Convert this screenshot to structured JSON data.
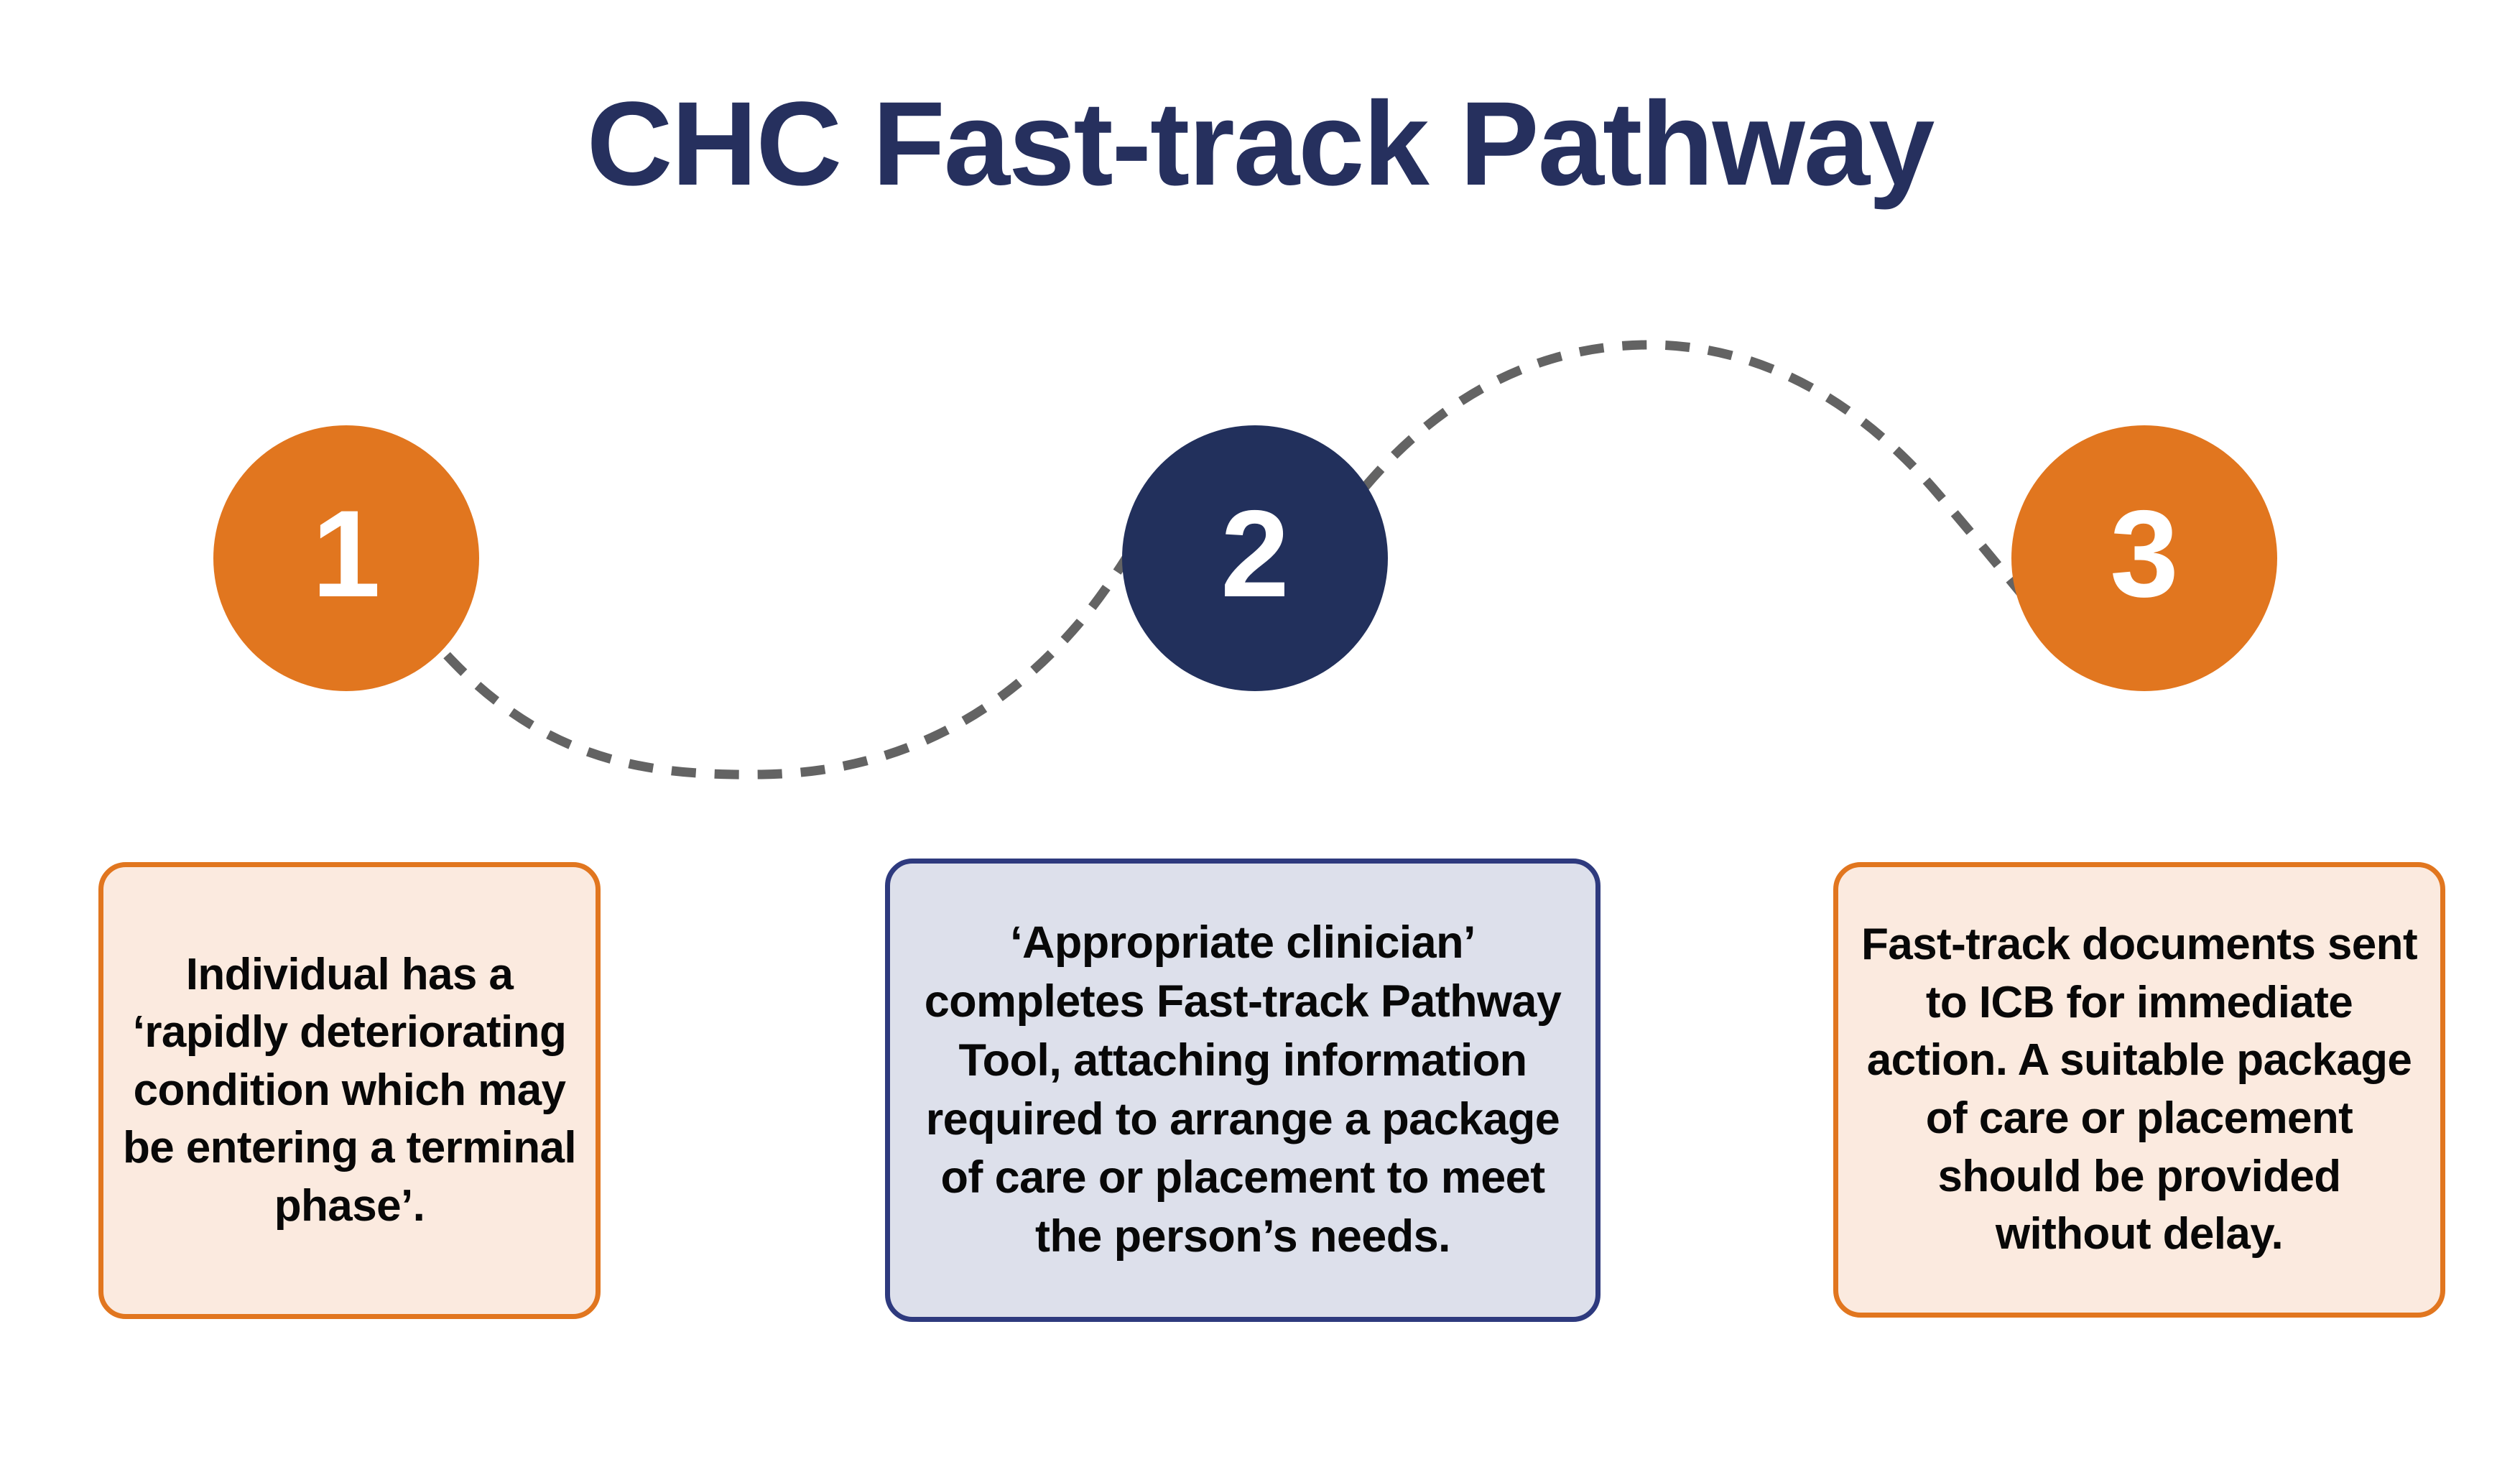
{
  "page": {
    "title": "CHC Fast-track Pathway",
    "background_color": "#FFFFFF"
  },
  "colors": {
    "orange": "#E1761F",
    "navy": "#22305C",
    "navy_title": "#26305E",
    "box_peach_fill": "#FBEADF",
    "box_blue_fill": "#DDE0EB",
    "box_blue_border": "#2E3A7E",
    "connector_grey": "#636363",
    "text_black": "#080808",
    "number_white": "#FFFFFF"
  },
  "steps": [
    {
      "number": "1",
      "circle_color": "#E1761F",
      "text": "Individual has a ‘rapidly deteriorating condition which may be entering a terminal phase’.",
      "box_fill": "#FBEADF",
      "box_border": "#E1761F"
    },
    {
      "number": "2",
      "circle_color": "#22305C",
      "text": "‘Appropriate clinician’ completes Fast-track Pathway Tool, attaching information required to arrange a package of care or placement to meet the person’s needs.",
      "box_fill": "#DDE0EB",
      "box_border": "#2E3A7E"
    },
    {
      "number": "3",
      "circle_color": "#E1761F",
      "text": "Fast-track documents sent to ICB for immediate action. A suitable package of care or placement should be provided without delay.",
      "box_fill": "#FBEADF",
      "box_border": "#E1761F"
    }
  ],
  "connector": {
    "style": "dashed",
    "color": "#636363",
    "stroke_width": 13,
    "dash": "34 26"
  }
}
